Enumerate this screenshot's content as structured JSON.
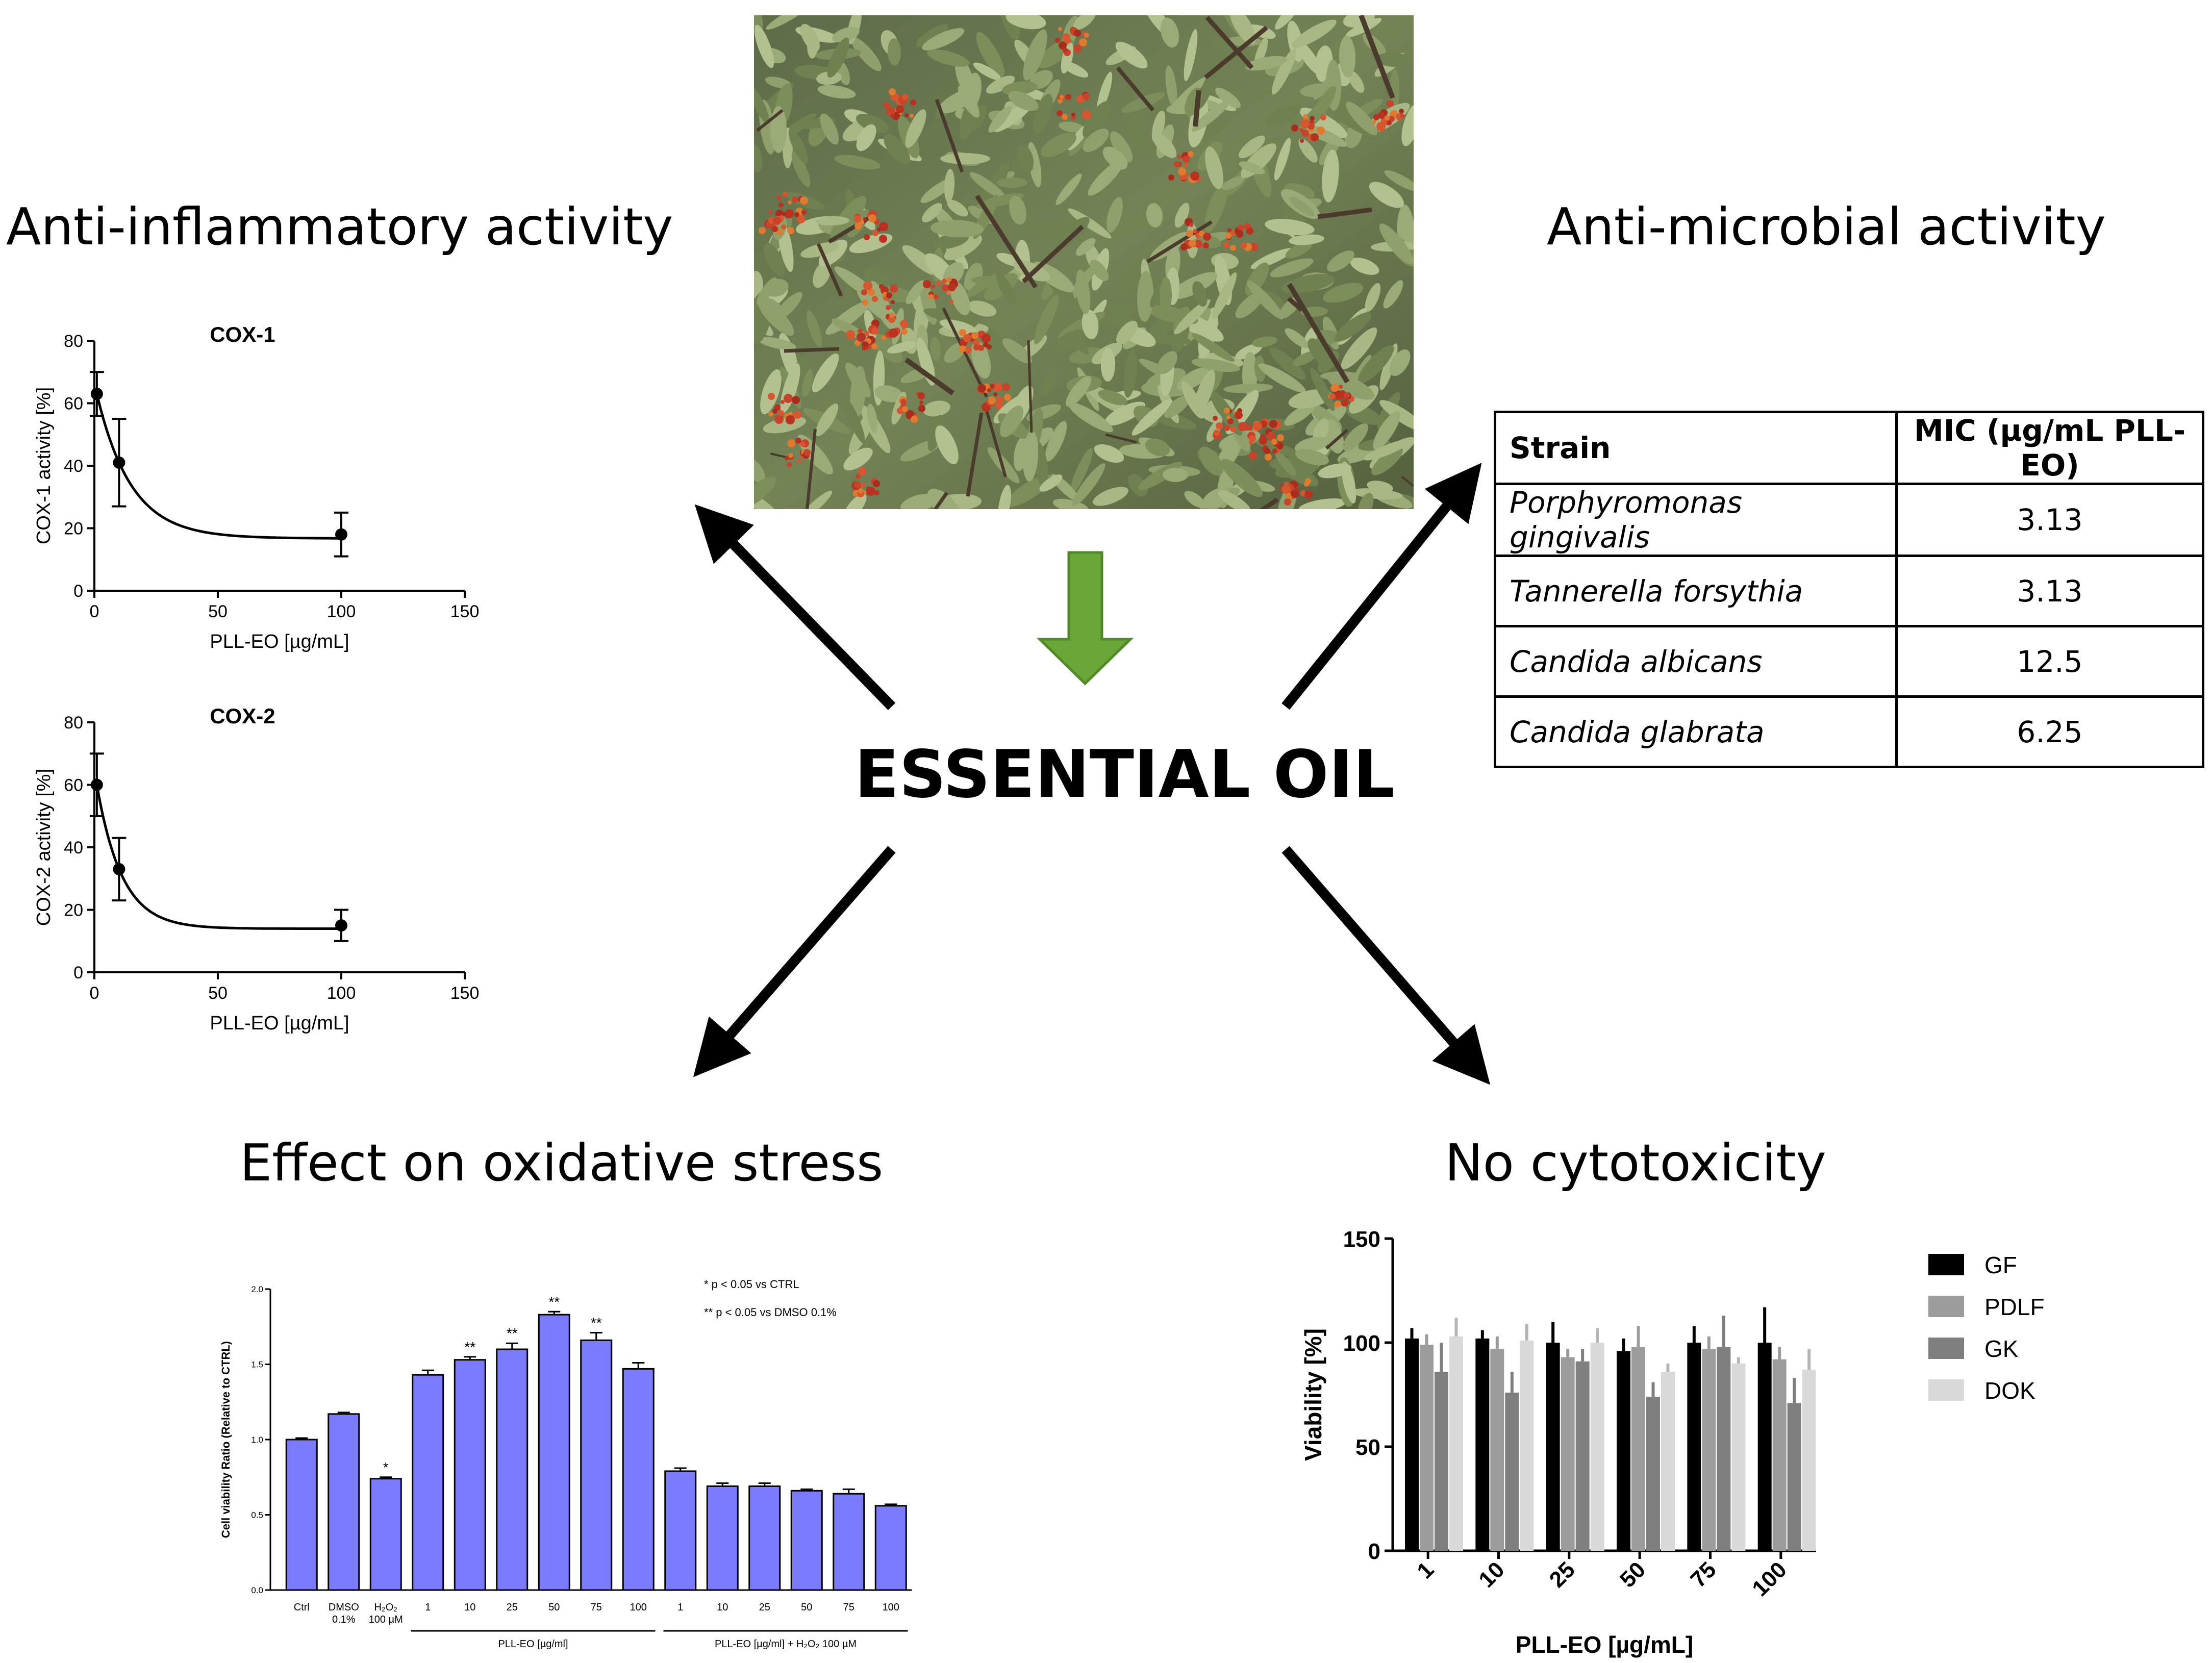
{
  "headings": {
    "anti_inflammatory": "Anti-inflammatory activity",
    "anti_microbial": "Anti-microbial activity",
    "oxidative": "Effect on oxidative stress",
    "cytotoxicity": "No cytotoxicity",
    "center": "ESSENTIAL OIL"
  },
  "colors": {
    "arrow": "#000000",
    "green_arrow": "#6aa538",
    "bar_blue": "#7b7bff"
  },
  "mic_table": {
    "header": [
      "Strain",
      "MIC (µg/mL PLL-EO)"
    ],
    "rows": [
      {
        "strain": "Porphyromonas gingivalis",
        "mic": "3.13"
      },
      {
        "strain": "Tannerella forsythia",
        "mic": "3.13"
      },
      {
        "strain": "Candida albicans",
        "mic": "12.5"
      },
      {
        "strain": "Candida glabrata",
        "mic": "6.25"
      }
    ]
  },
  "chart_data": [
    {
      "type": "line",
      "title": "COX-1",
      "xlabel": "PLL-EO [µg/mL]",
      "ylabel": "COX-1 activity [%]",
      "xlim": [
        0,
        150
      ],
      "ylim": [
        0,
        80
      ],
      "xticks": [
        "0",
        "50",
        "100",
        "150"
      ],
      "yticks": [
        "0",
        "20",
        "40",
        "60",
        "80"
      ],
      "x": [
        1,
        10,
        100
      ],
      "y": [
        63,
        41,
        18
      ],
      "err": [
        7,
        14,
        7
      ]
    },
    {
      "type": "line",
      "title": "COX-2",
      "xlabel": "PLL-EO [µg/mL]",
      "ylabel": "COX-2 activity [%]",
      "xlim": [
        0,
        150
      ],
      "ylim": [
        0,
        80
      ],
      "xticks": [
        "0",
        "50",
        "100",
        "150"
      ],
      "yticks": [
        "0",
        "20",
        "40",
        "60",
        "80"
      ],
      "x": [
        1,
        10,
        100
      ],
      "y": [
        60,
        33,
        15
      ],
      "err": [
        10,
        10,
        5
      ]
    },
    {
      "type": "bar",
      "ylabel": "Cell viability Ratio (Relative to CTRL)",
      "ylim": [
        0,
        2.0
      ],
      "yticks": [
        "0.0",
        "0.5",
        "1.0",
        "1.5",
        "2.0"
      ],
      "categories": [
        "Ctrl",
        "DMSO 0.1%",
        "H₂O₂ 100 µM",
        "1",
        "10",
        "25",
        "50",
        "75",
        "100",
        "1",
        "10",
        "25",
        "50",
        "75",
        "100"
      ],
      "values": [
        1.0,
        1.17,
        0.74,
        1.43,
        1.53,
        1.6,
        1.83,
        1.66,
        1.47,
        0.79,
        0.69,
        0.69,
        0.66,
        0.64,
        0.56
      ],
      "err": [
        0.01,
        0.01,
        0.01,
        0.03,
        0.02,
        0.04,
        0.02,
        0.05,
        0.04,
        0.02,
        0.02,
        0.02,
        0.01,
        0.03,
        0.01
      ],
      "significance": [
        "",
        "",
        "*",
        "",
        "**",
        "**",
        "**",
        "**",
        "",
        "",
        "",
        "",
        "",
        "",
        ""
      ],
      "group_labels": [
        "PLL-EO [µg/ml]",
        "PLL-EO [µg/ml] + H₂O₂ 100 µM"
      ],
      "annotations": [
        "* p < 0.05 vs CTRL",
        "** p < 0.05 vs DMSO 0.1%"
      ]
    },
    {
      "type": "bar",
      "xlabel": "PLL-EO [µg/mL]",
      "ylabel": "Viability [%]",
      "ylim": [
        0,
        150
      ],
      "yticks": [
        "0",
        "50",
        "100",
        "150"
      ],
      "categories": [
        "1",
        "10",
        "25",
        "50",
        "75",
        "100"
      ],
      "legend_position": "right",
      "series": [
        {
          "name": "GF",
          "color": "#000000",
          "values": [
            102,
            102,
            100,
            96,
            100,
            100
          ],
          "err": [
            5,
            4,
            10,
            6,
            8,
            17
          ]
        },
        {
          "name": "PDLF",
          "color": "#9c9c9c",
          "values": [
            99,
            97,
            93,
            98,
            97,
            92
          ],
          "err": [
            5,
            6,
            4,
            10,
            6,
            6
          ]
        },
        {
          "name": "GK",
          "color": "#7f7f7f",
          "values": [
            86,
            76,
            91,
            74,
            98,
            71
          ],
          "err": [
            14,
            10,
            6,
            7,
            15,
            12
          ]
        },
        {
          "name": "DOK",
          "color": "#d9d9d9",
          "values": [
            103,
            101,
            100,
            86,
            90,
            87
          ],
          "err": [
            9,
            8,
            7,
            4,
            3,
            10
          ]
        }
      ]
    }
  ]
}
